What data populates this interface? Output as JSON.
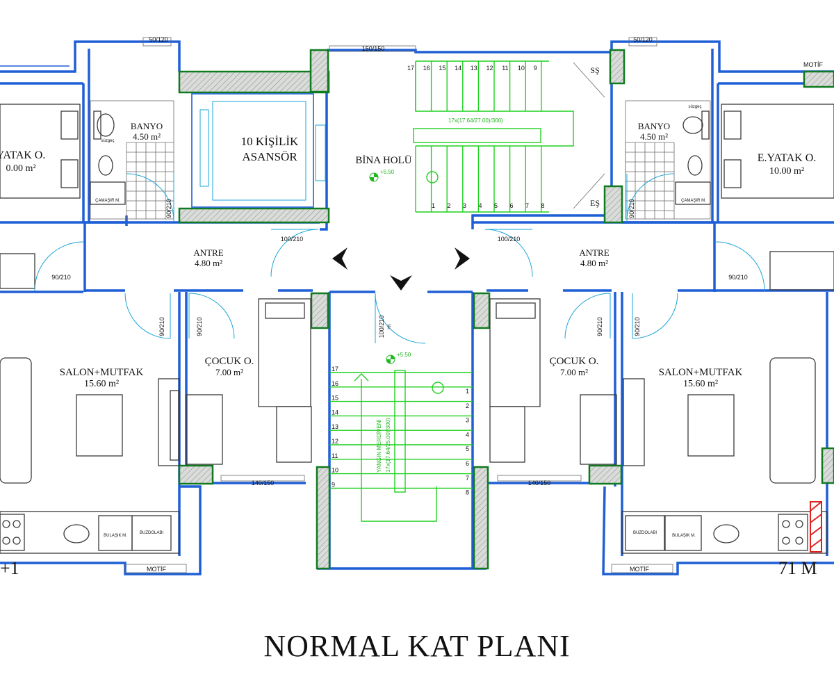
{
  "title": "NORMAL KAT PLANI",
  "partial_labels": {
    "left_bottom": "+1",
    "right_bottom": "71 M"
  },
  "core": {
    "elevator_line1": "10 KİŞİLİK",
    "elevator_line2": "ASANSÖR",
    "hall": "BİNA HOLÜ",
    "window_top": "150/150",
    "main_stair_label": "17x(17.64/27.00)/300)",
    "fire_stair_label_1": "YANGIN MERDİVENİ",
    "fire_stair_label_2": "17x(17.64/25.00)/300)",
    "level_upper": "+5.50",
    "level_lower": "+5.50",
    "up_label": "SŞ",
    "down_label": "EŞ",
    "fire_door": "100/210",
    "fire_door_note": "YK",
    "main_stair_numbers_top": [
      "17",
      "16",
      "15",
      "14",
      "13",
      "12",
      "11",
      "10",
      "9"
    ],
    "main_stair_numbers_bottom": [
      "1",
      "2",
      "3",
      "4",
      "5",
      "6",
      "7",
      "8"
    ],
    "fire_stair_numbers_left": [
      "17",
      "16",
      "15",
      "14",
      "13",
      "12",
      "11",
      "10",
      "9"
    ],
    "fire_stair_numbers_right": [
      "1",
      "2",
      "3",
      "4",
      "5",
      "6",
      "7",
      "8"
    ]
  },
  "left_unit": {
    "window_top": "50/120",
    "bath": "BANYO",
    "bath_area": "4.50 m²",
    "bedroom": "YATAK O.",
    "bedroom_area": "0.00 m²",
    "laundry": "ÇAMAŞIR M.",
    "drain": "süzgeç",
    "bath_door": "90/210",
    "entry": "ANTRE",
    "entry_area": "4.80 m²",
    "entry_door": "100/210",
    "bedroom_door": "90/210",
    "living": "SALON+MUTFAK",
    "living_area": "15.60 m²",
    "living_door": "90/210",
    "child": "ÇOCUK O.",
    "child_area": "7.00 m²",
    "child_door": "90/210",
    "child_window": "140/150",
    "dishwasher": "BULAŞIK M.",
    "fridge": "BUZDOLABI",
    "motif": "MOTİF"
  },
  "right_unit": {
    "window_top": "50/120",
    "motif_top": "MOTİF",
    "bath": "BANYO",
    "bath_area": "4.50 m²",
    "bedroom": "E.YATAK O.",
    "bedroom_area": "10.00 m²",
    "laundry": "ÇAMAŞIR M.",
    "drain": "süzgeç",
    "bath_door": "90/210",
    "entry": "ANTRE",
    "entry_area": "4.80 m²",
    "entry_door": "100/210",
    "bedroom_door": "90/210",
    "living": "SALON+MUTFAK",
    "living_area": "15.60 m²",
    "living_door": "90/210",
    "child": "ÇOCUK O.",
    "child_area": "7.00 m²",
    "child_door": "90/210",
    "child_window": "140/150",
    "dishwasher": "BULAŞIK M.",
    "fridge": "BUZDOLABI",
    "motif": "MOTİF"
  }
}
